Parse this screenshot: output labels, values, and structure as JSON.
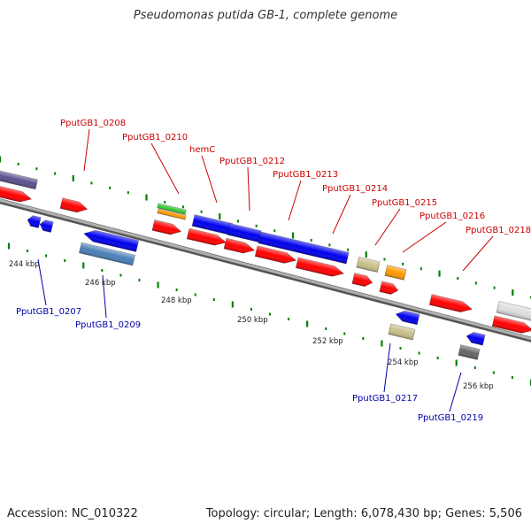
{
  "title": "Pseudomonas putida GB-1, complete genome",
  "footer": {
    "accession_label": "Accession:",
    "accession": "NC_010322",
    "topology_label": "Topology:",
    "topology": "circular",
    "length_label": "Length:",
    "length": "6,078,430 bp",
    "genes_label": "Genes:",
    "genes": "5,506"
  },
  "scale_ticks": [
    "244 kbp",
    "246 kbp",
    "248 kbp",
    "250 kbp",
    "252 kbp",
    "254 kbp",
    "256 kbp"
  ],
  "gene_labels_top": [
    "PputGB1_0208",
    "PputGB1_0210",
    "hemC",
    "PputGB1_0212",
    "PputGB1_0213",
    "PputGB1_0214",
    "PputGB1_0215",
    "PputGB1_0216",
    "PputGB1_0218"
  ],
  "gene_labels_bottom": [
    "PputGB1_0207",
    "PputGB1_0209",
    "PputGB1_0217",
    "PputGB1_0219"
  ],
  "colors": {
    "top_label": "#cc0000",
    "bottom_label": "#0000aa",
    "cds": "#ff0000",
    "gene_blue": "#0000ee",
    "backbone": "#888888",
    "tick_green": "#008000"
  }
}
